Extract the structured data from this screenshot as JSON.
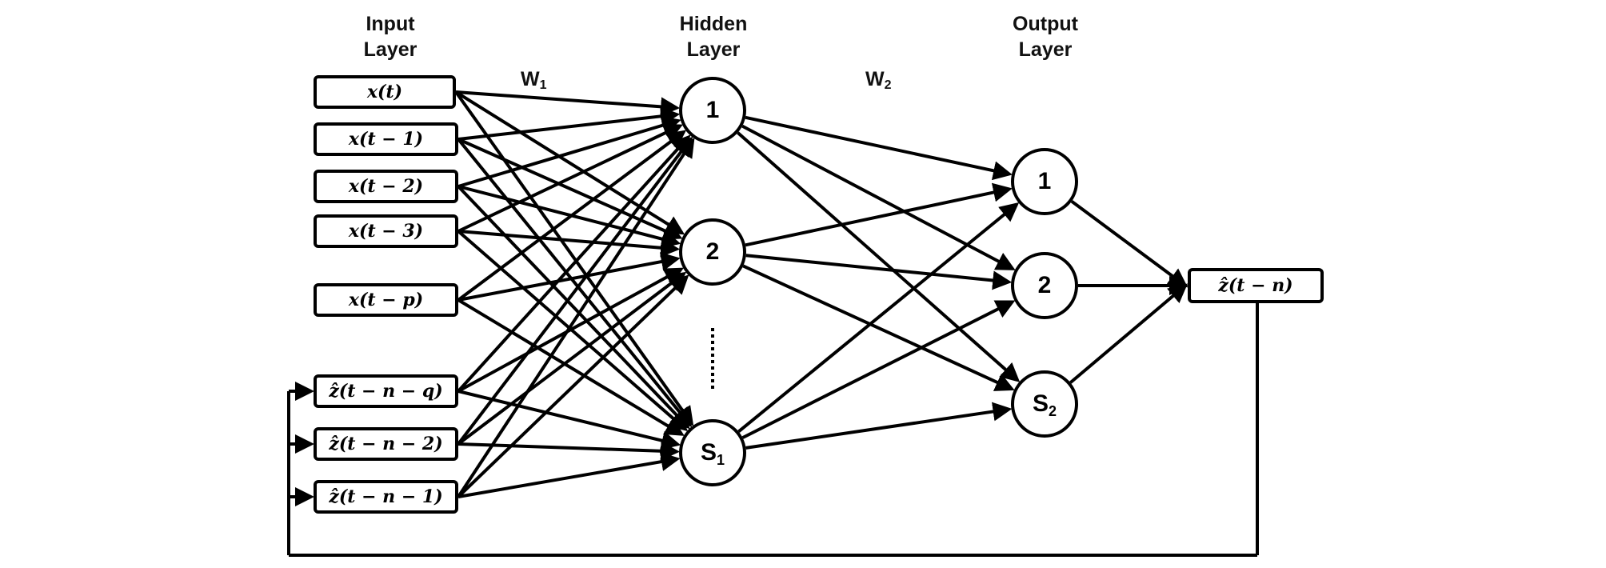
{
  "layers": {
    "input_line1": "Input",
    "input_line2": "Layer",
    "hidden_line1": "Hidden",
    "hidden_line2": "Layer",
    "output_line1": "Output",
    "output_line2": "Layer"
  },
  "weights": {
    "w1_main": "W",
    "w1_sub": "1",
    "w2_main": "W",
    "w2_sub": "2"
  },
  "inputs": [
    "x(t)",
    "x(t − 1)",
    "x(t − 2)",
    "x(t − 3)",
    "x(t − p)",
    "ẑ(t − n − q)",
    "ẑ(t − n − 2)",
    "ẑ(t − n − 1)"
  ],
  "hidden": {
    "node1": "1",
    "node2": "2",
    "node3_main": "S",
    "node3_sub": "1"
  },
  "output": {
    "node1": "1",
    "node2": "2",
    "node3_main": "S",
    "node3_sub": "2"
  },
  "result": "ẑ(t − n)"
}
